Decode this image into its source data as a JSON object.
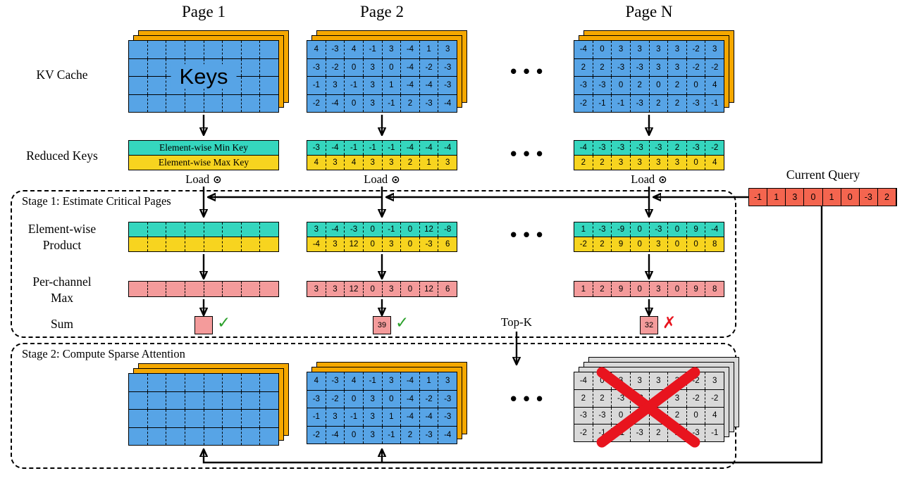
{
  "headers": {
    "page1": "Page 1",
    "page2": "Page 2",
    "pageN": "Page N"
  },
  "side_labels": {
    "kv_cache": "KV Cache",
    "reduced_keys": "Reduced Keys",
    "product_line1": "Element-wise",
    "product_line2": "Product",
    "max_line1": "Per-channel",
    "max_line2": "Max",
    "sum": "Sum"
  },
  "stage1": {
    "title": "Stage 1: Estimate Critical Pages"
  },
  "stage2": {
    "title": "Stage 2: Compute Sparse Attention"
  },
  "labels": {
    "load": "Load",
    "top_k": "Top-K",
    "current_query": "Current Query",
    "keys": "Keys"
  },
  "icons": {
    "odot": "⊙",
    "check": "✓",
    "cross": "✗",
    "ellipsis": "•••"
  },
  "colors": {
    "blue": "#57A4E6",
    "orange": "#F5A800",
    "teal": "#35D6BE",
    "yellow": "#F7D41F",
    "pink": "#F49B9B",
    "red": "#F4654F",
    "gray": "#D9D9D9",
    "check_green": "#2BA02B",
    "cross_red": "#E8141E"
  },
  "kv": {
    "empty": [
      [
        "",
        "",
        "",
        "",
        "",
        "",
        "",
        ""
      ],
      [
        "",
        "",
        "",
        "",
        "",
        "",
        "",
        ""
      ],
      [
        "",
        "",
        "",
        "",
        "",
        "",
        "",
        ""
      ],
      [
        "",
        "",
        "",
        "",
        "",
        "",
        "",
        ""
      ]
    ],
    "page2": [
      [
        4,
        -3,
        4,
        -1,
        3,
        -4,
        1,
        3
      ],
      [
        -3,
        -2,
        0,
        3,
        0,
        -4,
        -2,
        -3
      ],
      [
        -1,
        3,
        -1,
        3,
        1,
        -4,
        -4,
        -3
      ],
      [
        -2,
        -4,
        0,
        3,
        -1,
        2,
        -3,
        -4
      ]
    ],
    "pageN": [
      [
        -4,
        0,
        3,
        3,
        3,
        3,
        -2,
        3
      ],
      [
        2,
        2,
        -3,
        -3,
        3,
        3,
        -2,
        -2
      ],
      [
        -3,
        -3,
        0,
        2,
        0,
        2,
        0,
        4
      ],
      [
        -2,
        -1,
        -1,
        -3,
        2,
        2,
        -3,
        -1
      ]
    ]
  },
  "reduced": {
    "page1_min_label": "Element-wise Min Key",
    "page1_max_label": "Element-wise Max Key",
    "page2_min": [
      -3,
      -4,
      -1,
      -1,
      -1,
      -4,
      -4,
      -4
    ],
    "page2_max": [
      4,
      3,
      4,
      3,
      3,
      2,
      1,
      3
    ],
    "pageN_min": [
      -4,
      -3,
      -3,
      -3,
      -3,
      2,
      -3,
      -2
    ],
    "pageN_max": [
      2,
      2,
      3,
      3,
      3,
      3,
      0,
      4
    ]
  },
  "product": {
    "empty": [
      "",
      "",
      "",
      "",
      "",
      "",
      "",
      ""
    ],
    "page2_min": [
      3,
      -4,
      -3,
      0,
      -1,
      0,
      12,
      -8
    ],
    "page2_max": [
      -4,
      3,
      12,
      0,
      3,
      0,
      -3,
      6
    ],
    "pageN_min": [
      1,
      -3,
      -9,
      0,
      -3,
      0,
      9,
      -4
    ],
    "pageN_max": [
      -2,
      2,
      9,
      0,
      3,
      0,
      0,
      8
    ]
  },
  "channel_max": {
    "empty": [
      "",
      "",
      "",
      "",
      "",
      "",
      "",
      ""
    ],
    "page2": [
      3,
      3,
      12,
      0,
      3,
      0,
      12,
      6
    ],
    "pageN": [
      1,
      2,
      9,
      0,
      3,
      0,
      9,
      8
    ]
  },
  "sum": {
    "page1": "",
    "page2": "39",
    "pageN": "32"
  },
  "query": [
    -1,
    1,
    3,
    0,
    1,
    0,
    -3,
    2
  ]
}
